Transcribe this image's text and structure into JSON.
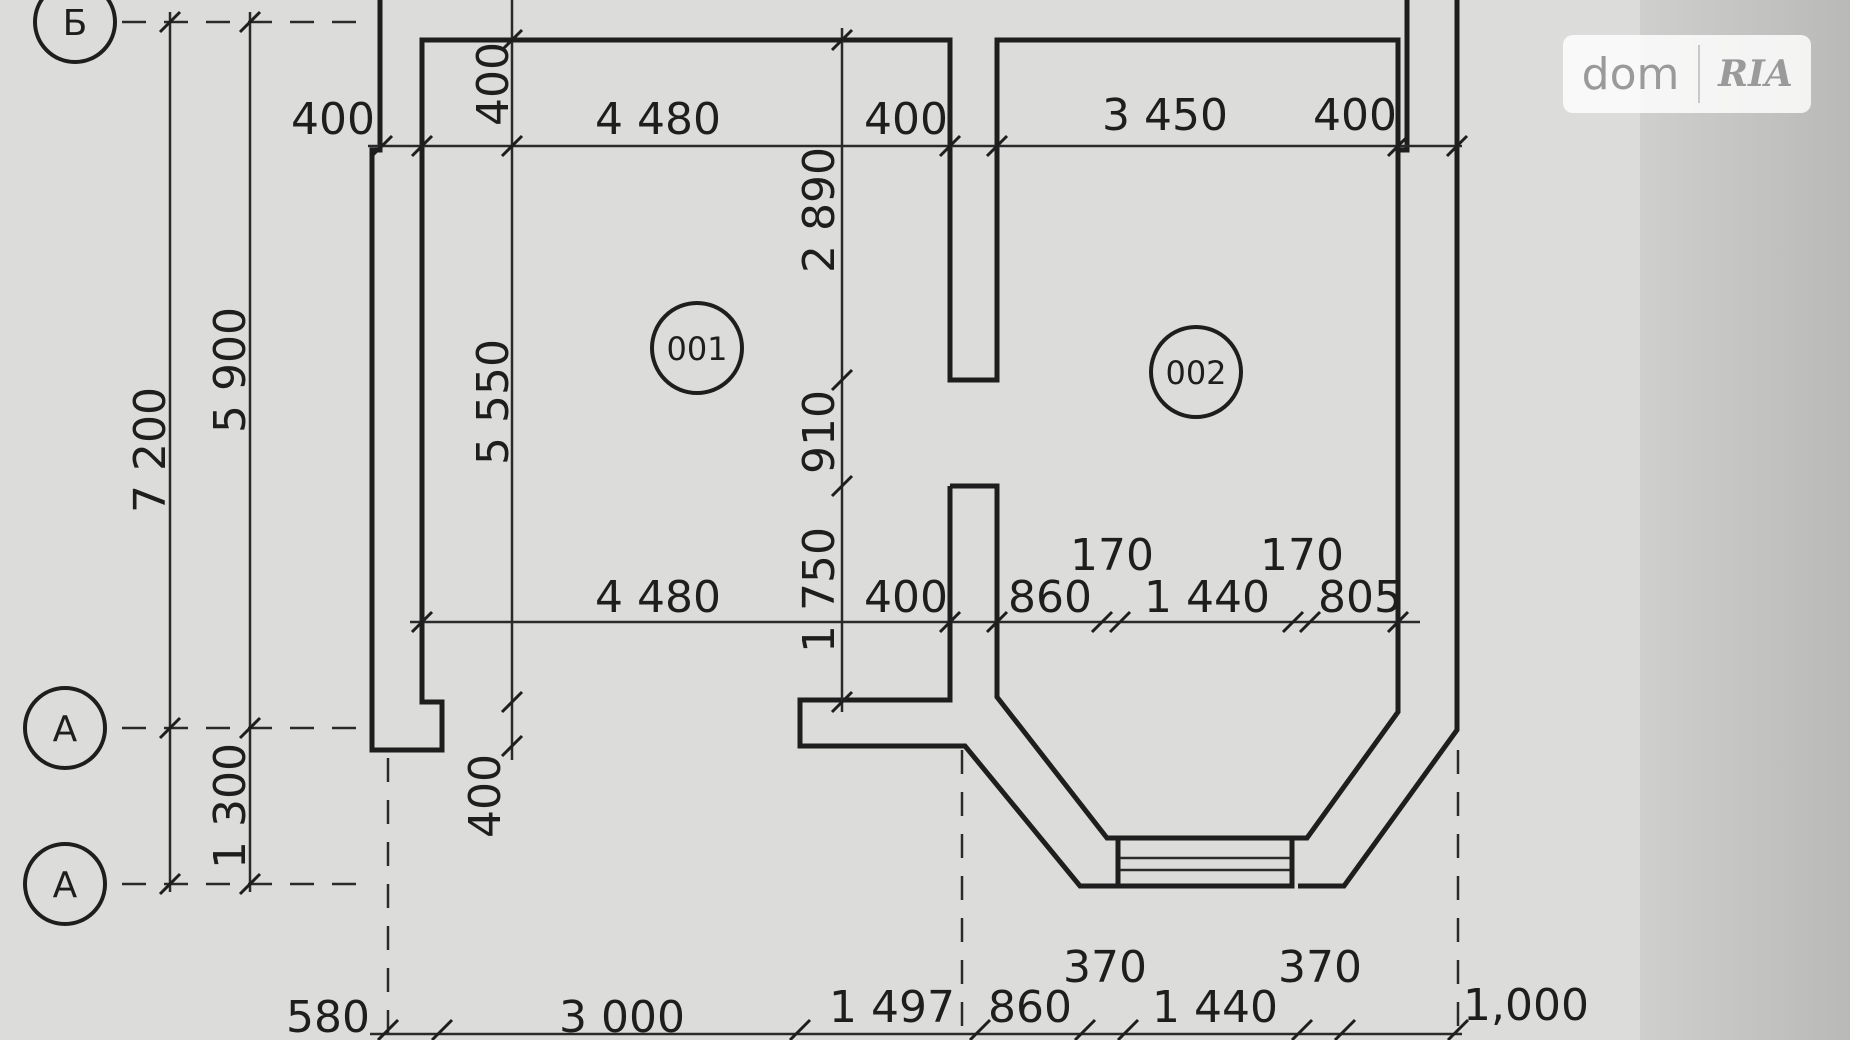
{
  "axes": {
    "top": "Б",
    "middle": "А",
    "bottom": "А"
  },
  "rooms": {
    "left": "001",
    "right": "002"
  },
  "dimensions": {
    "left_total": "7 200",
    "left_upper": "5 900",
    "left_lower": "1 300",
    "top_wall_thickness": "400",
    "room1_height": "5 550",
    "bottom_wall_thickness": "400",
    "top_row": {
      "left_wall": "400",
      "room1_width": "4 480",
      "partition": "400",
      "room2_width": "3 450",
      "right_wall": "400"
    },
    "partition_column": {
      "upper": "2 890",
      "opening": "910",
      "lower": "1 750"
    },
    "middle_row": {
      "room1_width": "4 480",
      "partition": "400",
      "seg1": "860",
      "gap1": "170",
      "window": "1 440",
      "gap2": "170",
      "seg2": "805"
    },
    "bottom_row": {
      "a": "580",
      "b": "3 000",
      "c": "1 497",
      "d": "860",
      "e": "370",
      "f": "1 440",
      "g": "370",
      "h": "1,000"
    }
  },
  "watermark": {
    "dom": "dom",
    "ria": "RIA"
  },
  "colors": {
    "paper": "#dcdcda",
    "ink": "#1e1e1e"
  }
}
